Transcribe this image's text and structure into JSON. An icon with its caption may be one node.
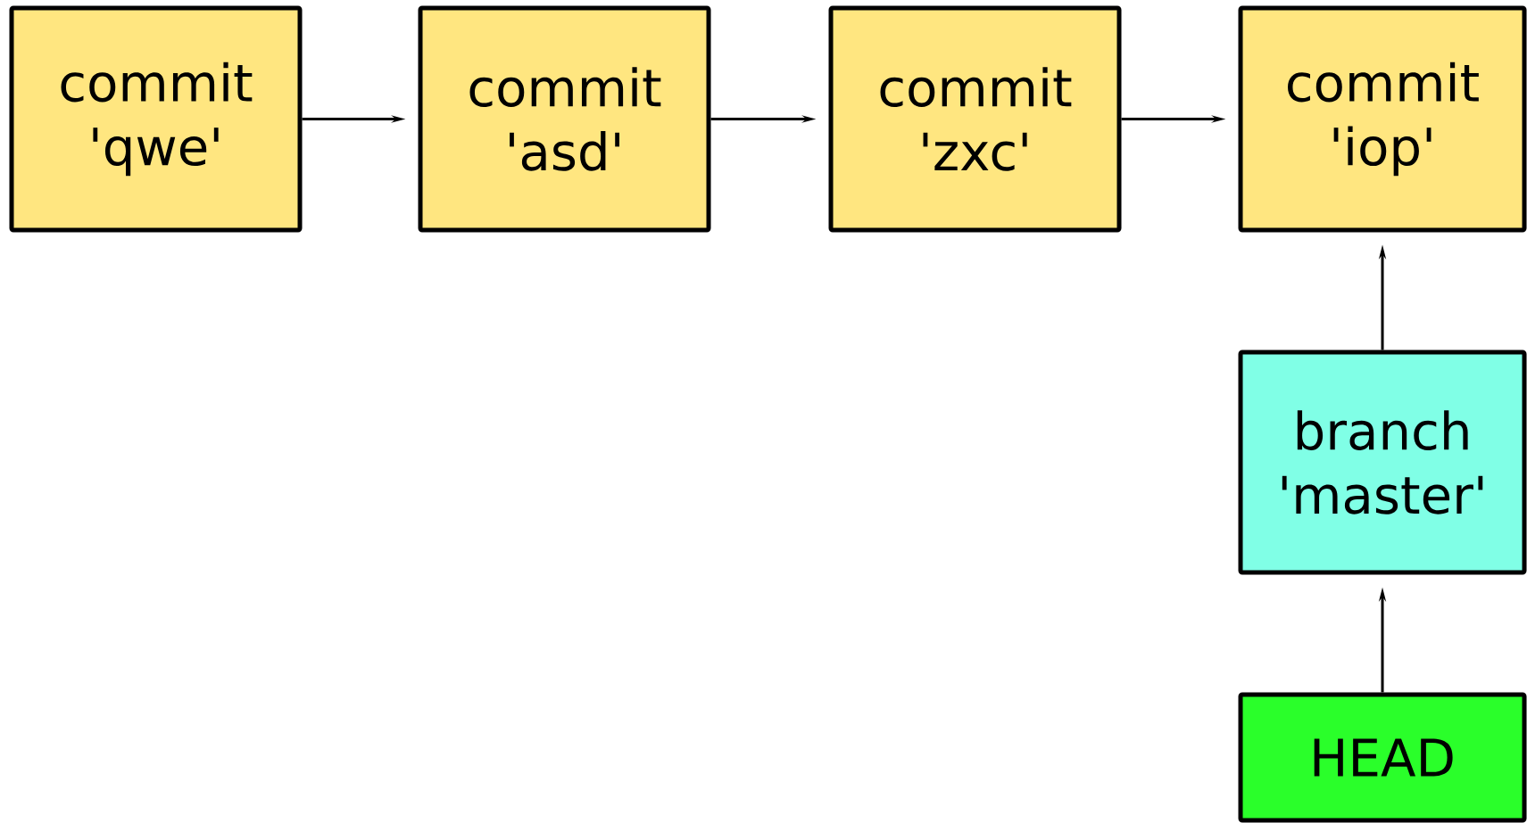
{
  "diagram": {
    "nodes": [
      {
        "text": [
          "commit 'qwe'"
        ]
      },
      {
        "text": [
          "commit 'asd'"
        ]
      },
      {
        "text": [
          "commit 'zxc'"
        ]
      },
      {
        "text": [
          "commit 'iop'"
        ]
      },
      {
        "text": [
          "branch 'master'"
        ]
      },
      {
        "text": [
          "HEAD"
        ]
      }
    ],
    "edges": [
      {
        "from": 0,
        "to": 1,
        "arrow": "to"
      },
      {
        "from": 1,
        "to": 2,
        "arrow": "to"
      },
      {
        "from": 2,
        "to": 3,
        "arrow": "to"
      },
      {
        "from": 4,
        "to": 3,
        "arrow": "to"
      },
      {
        "from": 5,
        "to": 4,
        "arrow": "to"
      }
    ]
  }
}
